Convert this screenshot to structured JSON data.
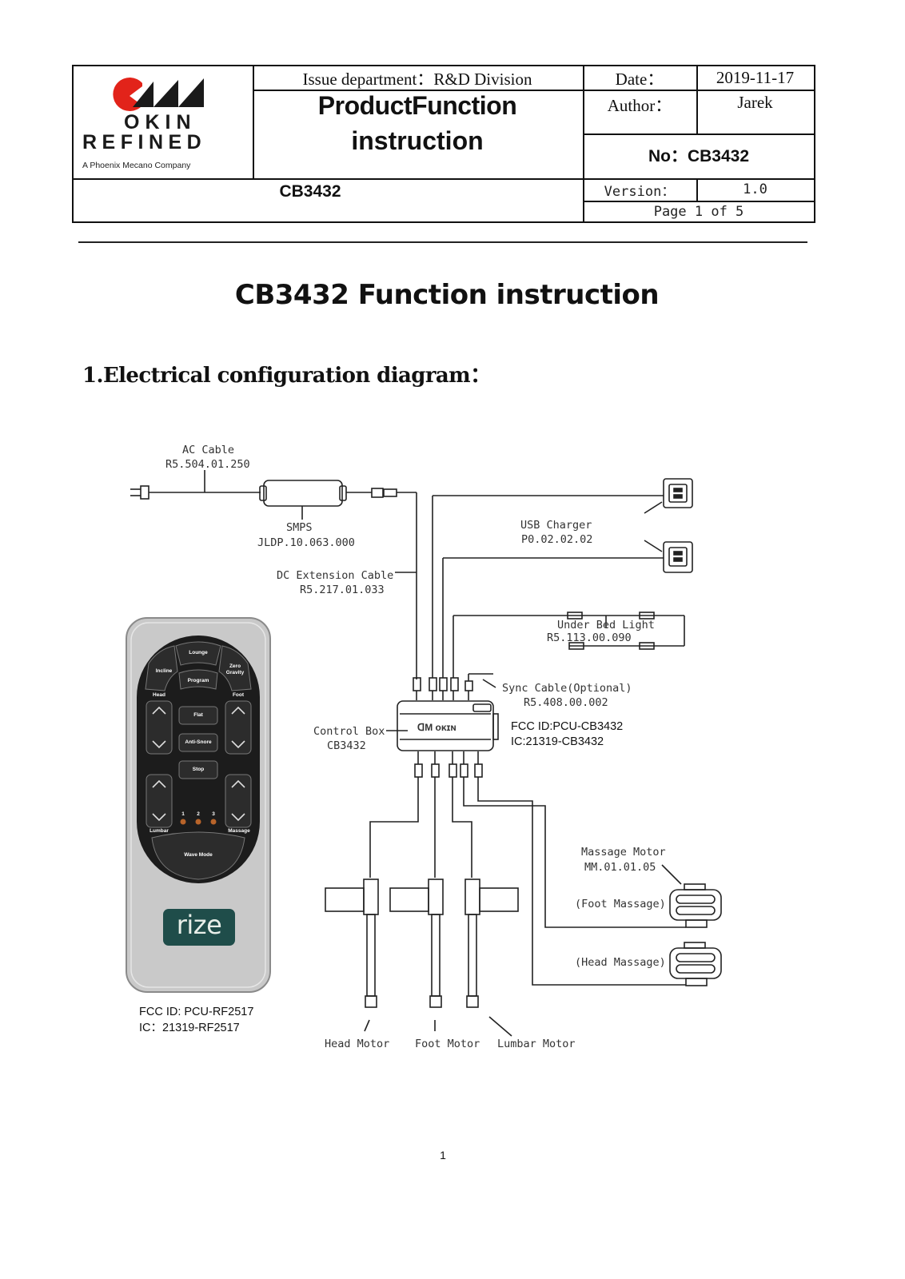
{
  "header": {
    "company_line1": "OKIN",
    "company_line2": "REFINED",
    "company_tagline": "A Phoenix Mecano Company",
    "issue_department": "Issue department：R&D Division",
    "doc_title_line1": "ProductFunction",
    "doc_title_line2": "instruction",
    "date_label": "Date：",
    "date_value": "2019-11-17",
    "author_label": "Author：",
    "author_value": "Jarek",
    "number_label": "No：CB3432",
    "model": "CB3432",
    "version_label": "Version：",
    "version_value": "1.0",
    "page_info": "Page 1 of 5"
  },
  "main_title": "CB3432 Function instruction",
  "section_title": "1.Electrical configuration diagram：",
  "diagram": {
    "ac_cable": {
      "name": "AC Cable",
      "part": "R5.504.01.250"
    },
    "smps": {
      "name": "SMPS",
      "part": "JLDP.10.063.000"
    },
    "dc_extension": {
      "name": "DC Extension Cable",
      "part": "R5.217.01.033"
    },
    "usb_charger": {
      "name": "USB Charger",
      "part": "P0.02.02.02"
    },
    "under_bed_light": {
      "name": "Under Bed Light",
      "part": "R5.113.00.090"
    },
    "sync_cable": {
      "name": "Sync Cable(Optional)",
      "part": "R5.408.00.002"
    },
    "control_box": {
      "name": "Control Box",
      "part": "CB3432"
    },
    "control_box_fcc": "FCC ID:PCU-CB3432",
    "control_box_ic": "IC:21319-CB3432",
    "massage_motor": {
      "name": "Massage Motor",
      "part": "MM.01.01.05"
    },
    "foot_massage": "(Foot Massage)",
    "head_massage": "(Head Massage)",
    "head_motor": "Head Motor",
    "foot_motor": "Foot Motor",
    "lumbar_motor": "Lumbar Motor",
    "remote_fcc": "FCC ID: PCU-RF2517",
    "remote_ic": "IC：21319-RF2517",
    "remote": {
      "lounge": "Lounge",
      "incline": "Incline",
      "zero_gravity_1": "Zero",
      "zero_gravity_2": "Gravity",
      "program": "Program",
      "head": "Head",
      "foot": "Foot",
      "flat": "Flat",
      "anti_snore": "Anti-Snore",
      "stop": "Stop",
      "lumbar": "Lumbar",
      "massage": "Massage",
      "n1": "1",
      "n2": "2",
      "n3": "3",
      "wave_mode": "Wave Mode",
      "brand": "rize"
    }
  },
  "page_number": "1",
  "colors": {
    "logo_red": "#e2231a",
    "logo_dark": "#1a1a1a",
    "remote_body": "#c9c9c9",
    "remote_face": "#1c1c1c",
    "brand_badge": "#1f4d4a"
  }
}
